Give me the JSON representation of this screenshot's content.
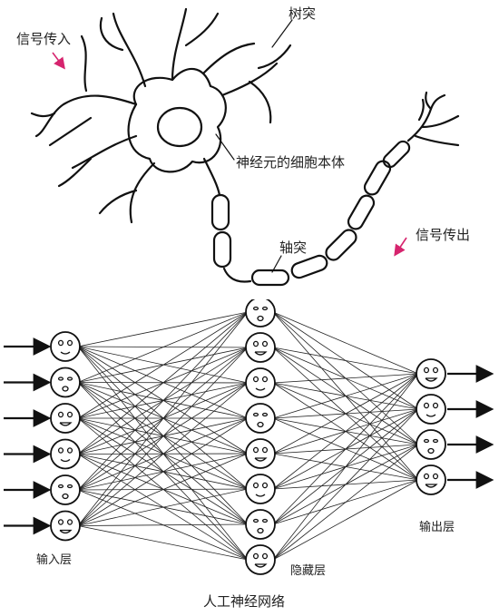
{
  "neuron": {
    "dendrites_label": "树突",
    "soma_label": "神经元的细胞本体",
    "axon_label": "轴突",
    "signal_in_label": "信号传入",
    "signal_out_label": "信号传出",
    "arrow_color": "#d6246e"
  },
  "network": {
    "input_layer_label": "输入层",
    "hidden_layer_label": "隐藏层",
    "output_layer_label": "输出层",
    "caption": "人工神经网络",
    "layers": [
      {
        "name": "input",
        "count": 6
      },
      {
        "name": "hidden",
        "count": 8
      },
      {
        "name": "output",
        "count": 4
      }
    ]
  }
}
